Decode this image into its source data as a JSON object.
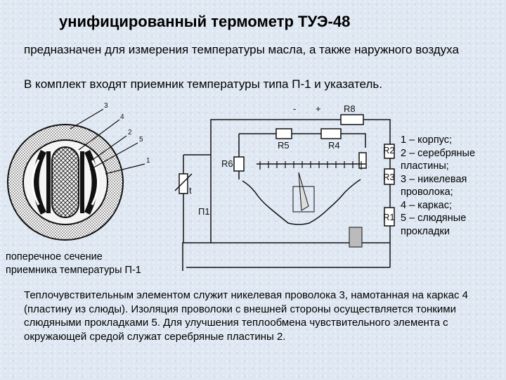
{
  "title": "унифицированный термометр ТУЭ-48",
  "subtitle_line1": "предназначен для измерения температуры масла, а также наружного воздуха",
  "subtitle_line2": "В комплект входят приемник температуры типа П-1 и указатель.",
  "legend": [
    "1 – корпус;",
    "2 – серебряные пластины;",
    "3 – никелевая проволока;",
    "4 – каркас;",
    "5 – слюдяные прокладки"
  ],
  "caption": [
    "поперечное сечение",
    "приемника температуры П-1"
  ],
  "paragraph": "Теплочувствительным элементом служит никелевая проволока 3, намотанная на каркас 4 (пластину из слюды). Изоляция проволоки с внешней стороны осуществляется тонкими слюдяными прокладками 5. Для улучшения теплообмена чувствительного элемента с окружающей средой служат серебряные пластины 2.",
  "cross_section_labels": [
    "3",
    "4",
    "2",
    "5",
    "1"
  ],
  "circuit_labels": {
    "r8": "R8",
    "r5": "R5",
    "r4": "R4",
    "r6": "R6",
    "r2": "R2",
    "r3": "R3",
    "r1": "R1",
    "p1": "П1",
    "minus": "-",
    "plus": "+",
    "t": "t"
  }
}
